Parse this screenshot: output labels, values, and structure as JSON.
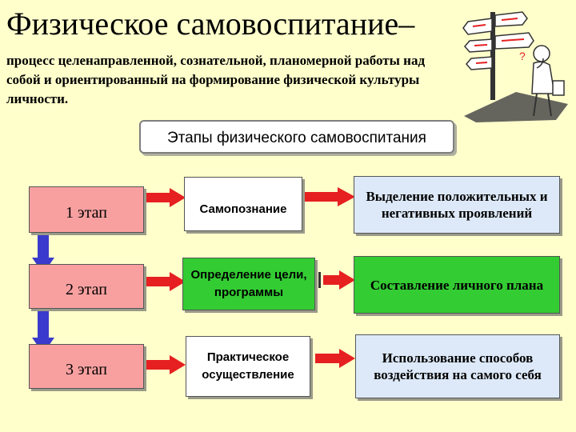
{
  "title": "Физическое самовоспитание–",
  "subtitle": "процесс целенаправленной, сознательной, планомерной работы над собой и ориентированный на формирование физической культуры личности.",
  "stages_title": "Этапы физического самовоспитания",
  "stages": [
    {
      "label": "1 этап",
      "action": "Самопознание",
      "result": "Выделение положительных и негативных проявлений"
    },
    {
      "label": "2 этап",
      "action": "Определение цели, программы",
      "result": "Составление личного плана"
    },
    {
      "label": "3 этап",
      "action": "Практическое осуществление",
      "result": "Использование способов воздействия на самого себя"
    }
  ],
  "colors": {
    "background": "#ffffcc",
    "stage_box": "#f8a0a0",
    "arrow": "#e62020",
    "down_arrow": "#3a3acc",
    "green_box": "#33cc33",
    "blue_box": "#dde9f8"
  },
  "illustration": "thinking-man-at-signpost-icon"
}
